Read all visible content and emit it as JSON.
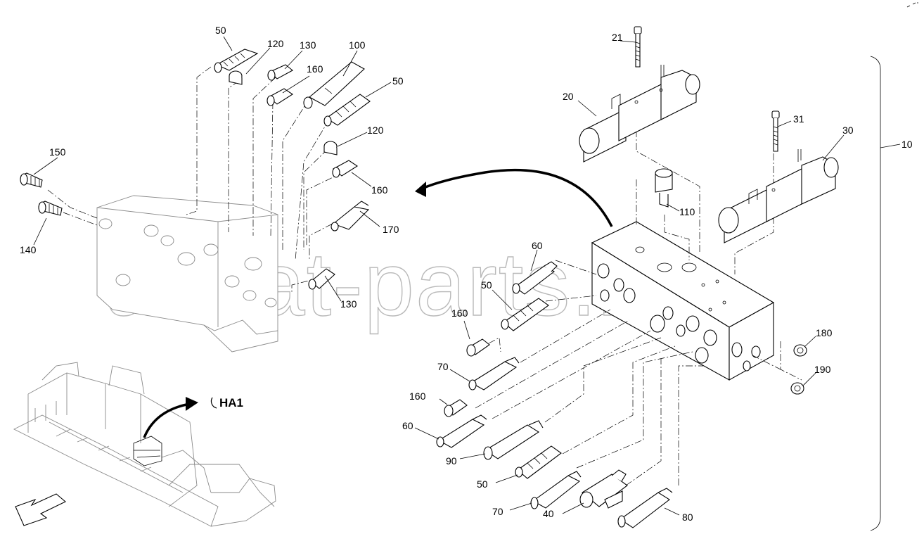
{
  "labels": {
    "p10": "10",
    "p20": "20",
    "p21": "21",
    "p30": "30",
    "p31": "31",
    "p40": "40",
    "p50a": "50",
    "p50b": "50",
    "p50c": "50",
    "p50d": "50",
    "p60a": "60",
    "p60b": "60",
    "p70a": "70",
    "p70b": "70",
    "p80": "80",
    "p90": "90",
    "p100": "100",
    "p110": "110",
    "p120a": "120",
    "p120b": "120",
    "p130a": "130",
    "p130b": "130",
    "p140": "140",
    "p150": "150",
    "p160a": "160",
    "p160b": "160",
    "p160c": "160",
    "p160d": "160",
    "p170": "170",
    "p180": "180",
    "p190": "190"
  },
  "view_ref": "HA1",
  "watermark": "ansat-parts.ru"
}
